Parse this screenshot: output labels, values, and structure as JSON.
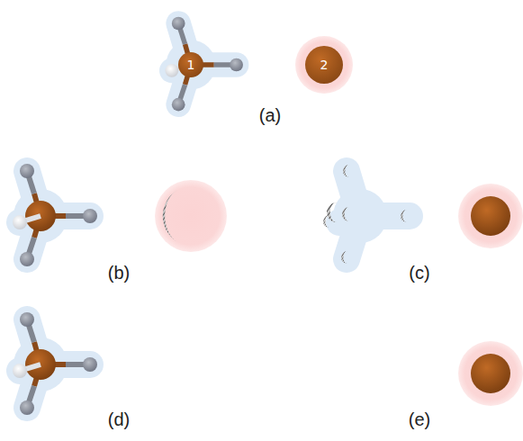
{
  "diagram": {
    "nodes": [
      {
        "text": [
          "1"
        ]
      },
      {
        "text": [
          "2"
        ]
      }
    ],
    "labels": [
      "(a)",
      "(b)",
      "(c)",
      "(d)",
      "(e)"
    ]
  }
}
